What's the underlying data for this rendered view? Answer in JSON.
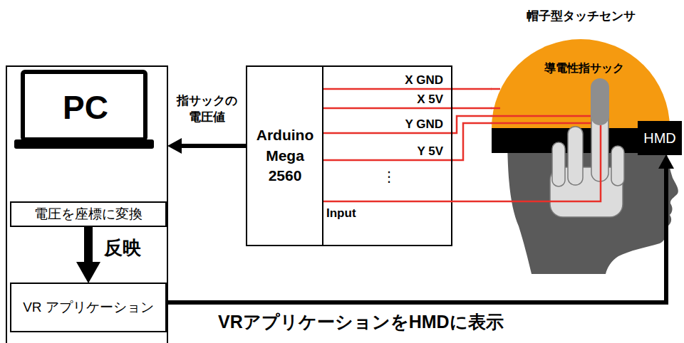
{
  "diagram": {
    "nodes": [
      {
        "text": [
          "PC"
        ]
      },
      {
        "text": [
          "電圧を座標に変換"
        ],
        "in": 0
      },
      {
        "text": [
          "VR アプリケーション"
        ],
        "in": 0
      },
      {
        "text": [
          "Arduino Mega 2560"
        ]
      },
      {
        "text": [
          "帽子型タッチセンサ"
        ]
      },
      {
        "text": [
          "HMD"
        ]
      }
    ],
    "edges": [
      {
        "from": 3,
        "to": 0,
        "arrow": "to",
        "label": "指サックの 電圧値"
      },
      {
        "from": 1,
        "to": 2,
        "arrow": "to",
        "label": "反映"
      },
      {
        "from": 2,
        "to": 5,
        "arrow": "to",
        "label": "VRアプリケーションをHMDに表示"
      },
      {
        "from": 3,
        "to": 4,
        "arrow": "none",
        "label": "X GND"
      },
      {
        "from": 3,
        "to": 4,
        "arrow": "none",
        "label": "X 5V"
      },
      {
        "from": 3,
        "to": 4,
        "arrow": "none",
        "label": "Y GND"
      },
      {
        "from": 3,
        "to": 4,
        "arrow": "none",
        "label": "Y 5V"
      }
    ],
    "labels": [
      "導電性指サック",
      "⋮",
      "Input"
    ]
  }
}
